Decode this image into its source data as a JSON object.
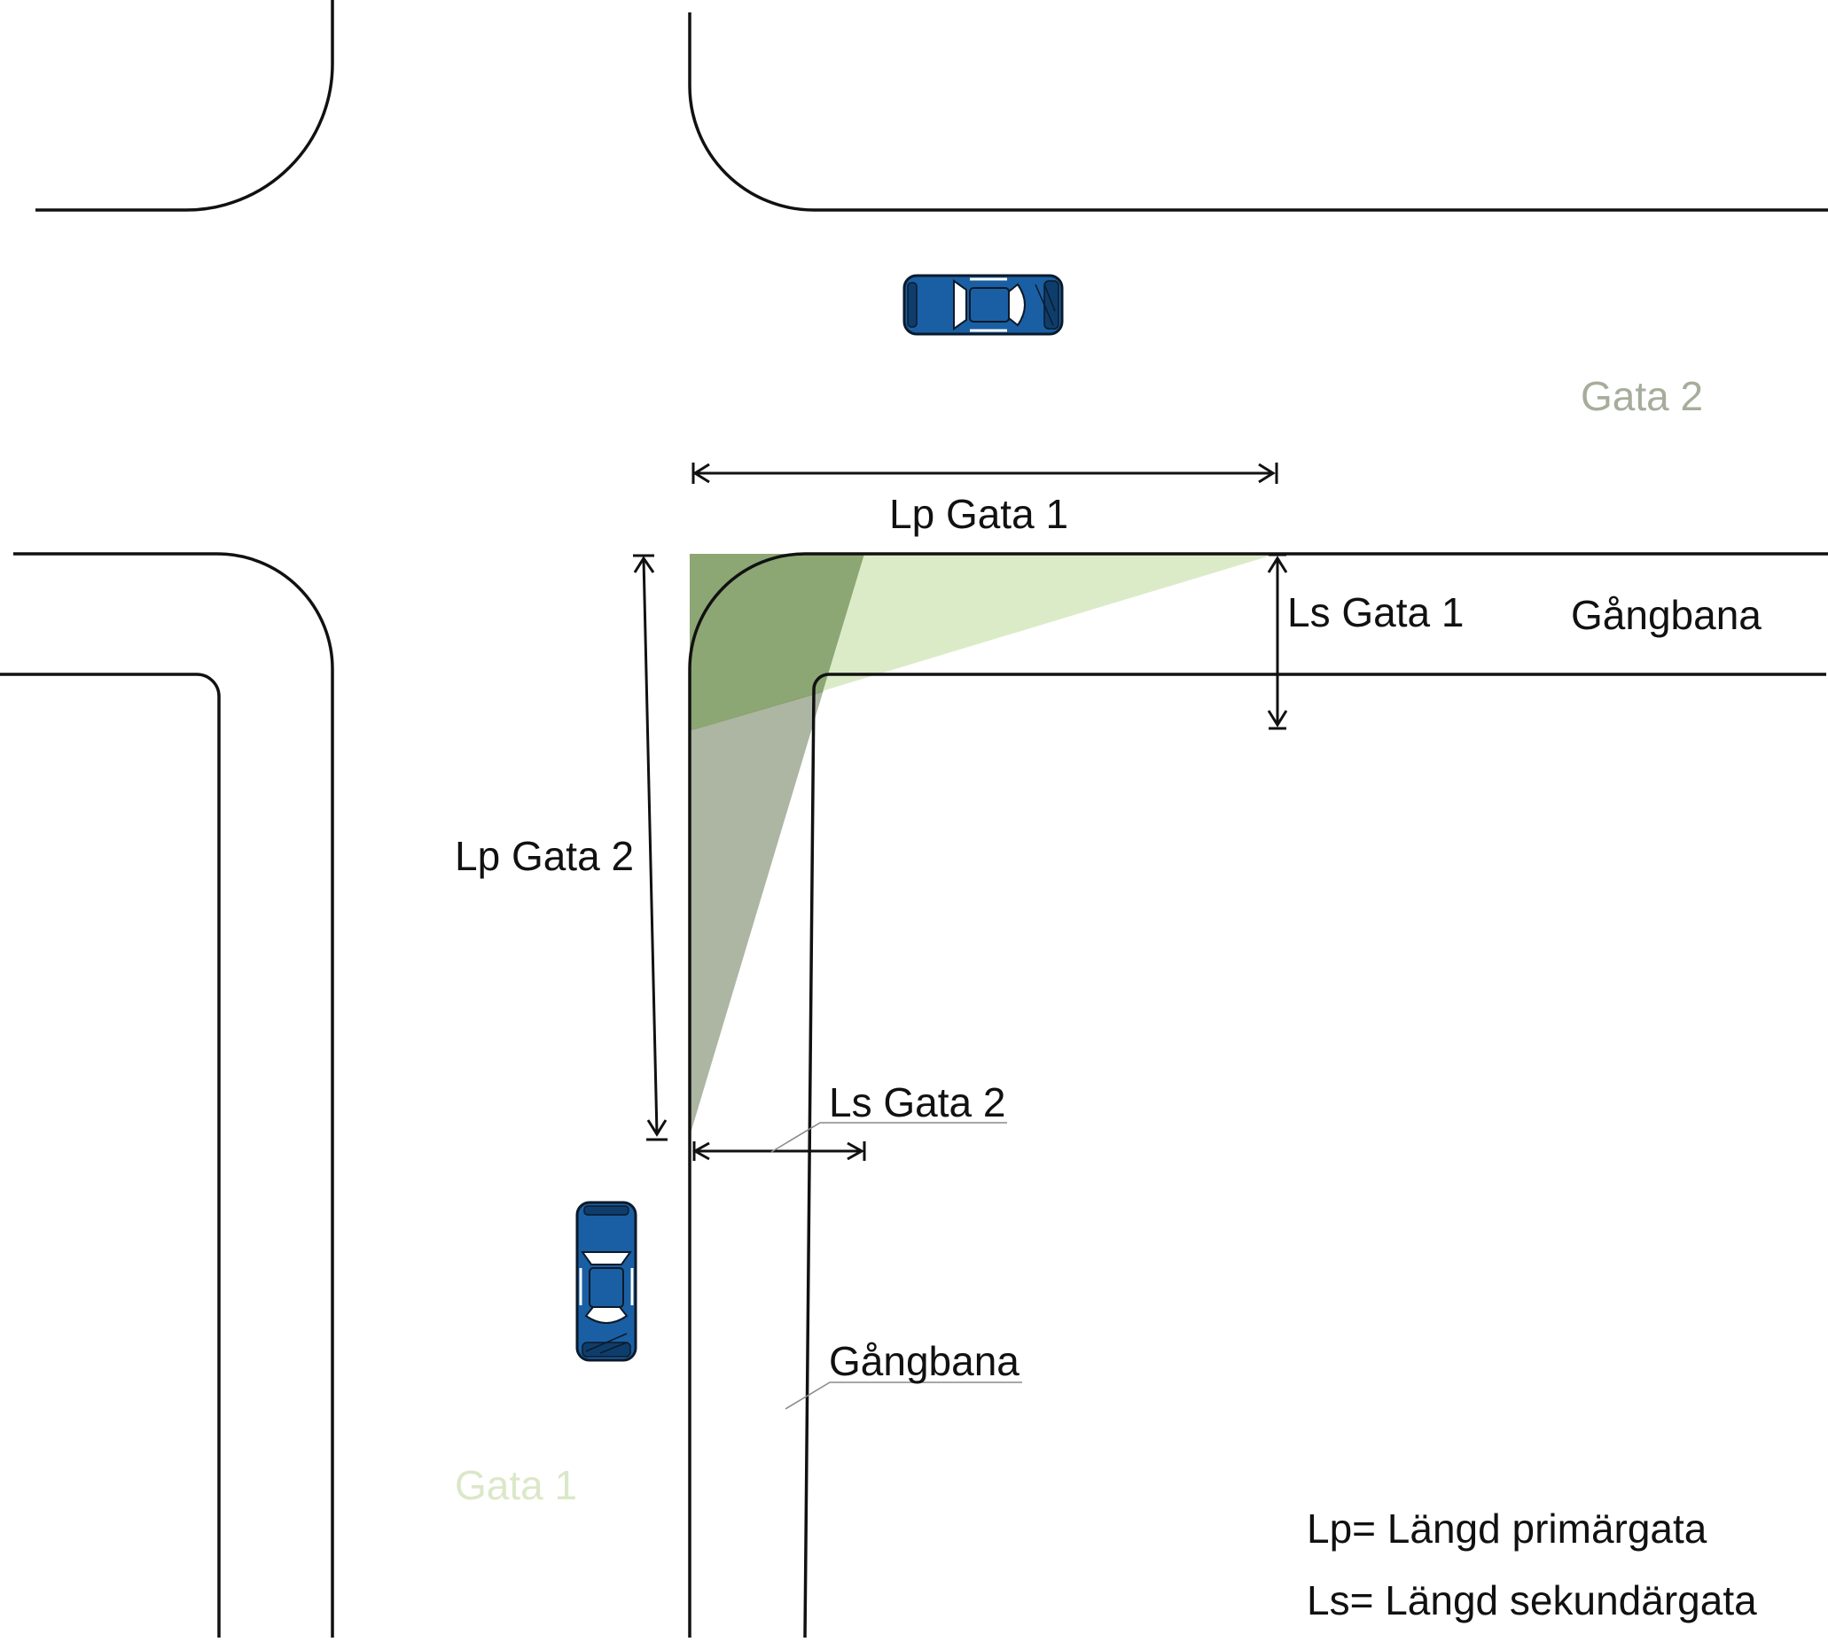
{
  "labels": {
    "street_2": "Gata 2",
    "street_1": "Gata 1",
    "lp_street_1": "Lp Gata 1",
    "ls_street_1": "Ls Gata 1",
    "lp_street_2": "Lp Gata 2",
    "ls_street_2": "Ls Gata 2",
    "sidewalk_right": "Gångbana",
    "sidewalk_lower": "Gångbana"
  },
  "legend": {
    "lp": "Lp= Längd primärgata",
    "ls": "Ls= Längd sekundärgata"
  },
  "colors": {
    "line": "#111111",
    "street_2_label": "#a6ad9b",
    "street_1_label": "#dbe8c8",
    "sight_dark": "#7f9a66",
    "sight_light": "#d9eac4",
    "sight_gray": "#a9b29e",
    "car_body": "#1a5fa3",
    "car_outline": "#0b1a2a"
  },
  "icons": [
    "car-icon",
    "car-icon"
  ]
}
